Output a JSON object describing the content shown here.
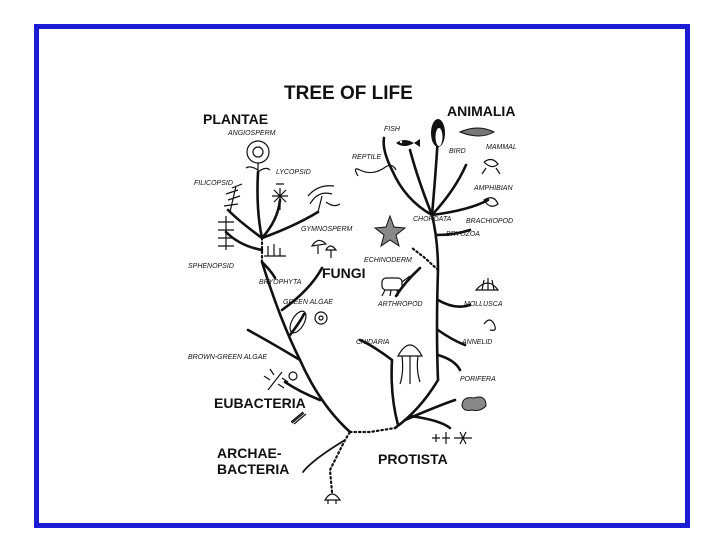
{
  "title": "TREE OF LIFE",
  "kingdoms": {
    "plantae": "PLANTAE",
    "animalia": "ANIMALIA",
    "fungi": "FUNGI",
    "eubacteria": "EUBACTERIA",
    "archaebacteria_line1": "ARCHAE-",
    "archaebacteria_line2": "BACTERIA",
    "protista": "PROTISTA"
  },
  "groups": {
    "angiosperm": "ANGIOSPERM",
    "lycopsid": "LYCOPSID",
    "filicopsid": "FILICOPSID",
    "gymnosperm": "GYMNOSPERM",
    "sphenopsid": "SPHENOPSID",
    "bryophyta": "BRYOPHYTA",
    "green_algae": "GREEN ALGAE",
    "brown_green_algae": "BROWN-GREEN ALGAE",
    "fish": "FISH",
    "reptile": "REPTILE",
    "bird": "BIRD",
    "mammal": "MAMMAL",
    "amphibian": "AMPHIBIAN",
    "chordata": "CHORDATA",
    "brachiopod": "BRACHIOPOD",
    "bryozoa": "BRYOZOA",
    "echinoderm": "ECHINODERM",
    "arthropod": "ARTHROPOD",
    "mollusca": "MOLLUSCA",
    "cnidaria": "CNIDARIA",
    "annelid": "ANNELID",
    "porifera": "PORIFERA"
  }
}
